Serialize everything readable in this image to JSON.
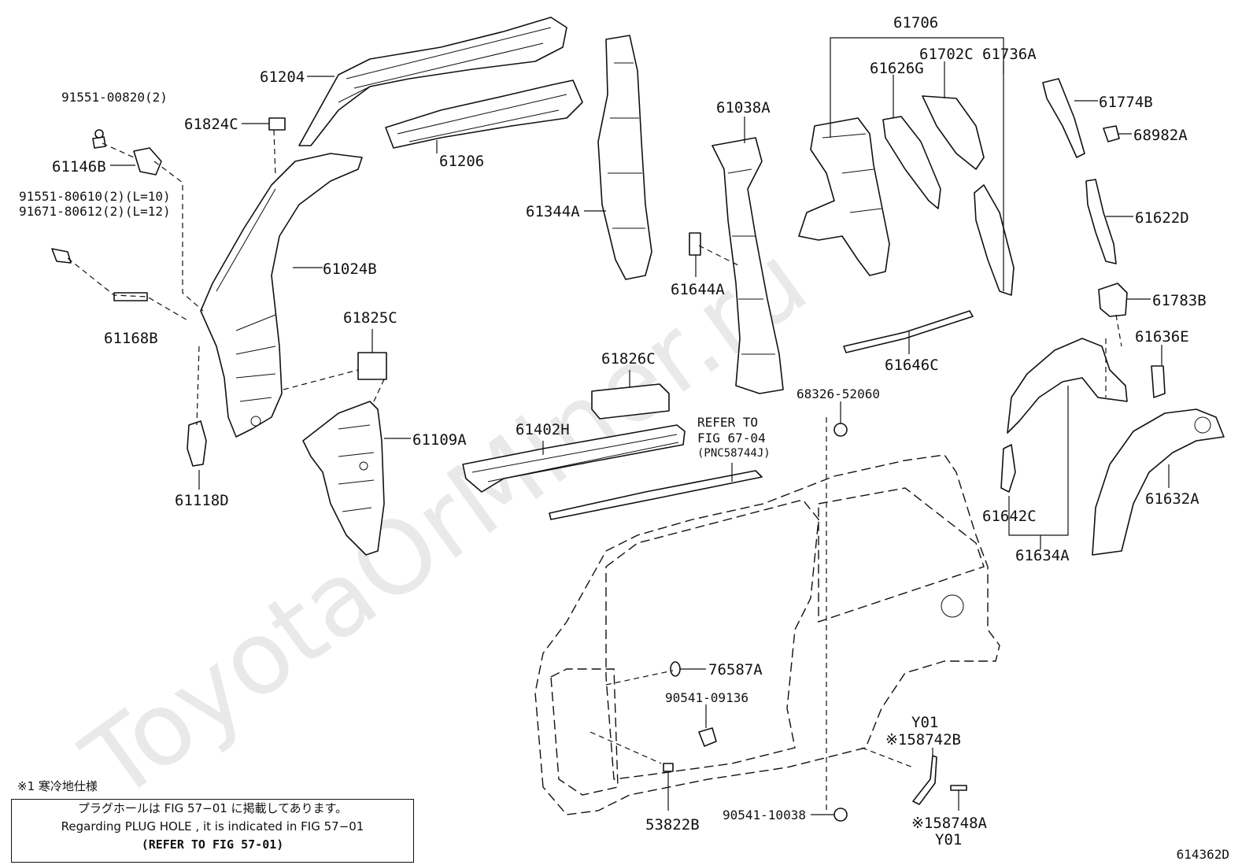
{
  "watermark": "ToyotaOrMiner.ru",
  "labels": {
    "p61204": "61204",
    "p61206": "61206",
    "p61824c": "61824C",
    "p61146b": "61146B",
    "p91551_00820": "91551-00820(2)",
    "p91551_80610": "91551-80610(2)(L=10)",
    "p91671_80612": "91671-80612(2)(L=12)",
    "p61024b": "61024B",
    "p61168b": "61168B",
    "p61825c": "61825C",
    "p61109a": "61109A",
    "p61118d": "61118D",
    "p61344a": "61344A",
    "p61038a": "61038A",
    "p61644a": "61644A",
    "p61826c": "61826C",
    "p61402h": "61402H",
    "p61706": "61706",
    "p61626g": "61626G",
    "p61702c": "61702C",
    "p61736a": "61736A",
    "p61774b": "61774B",
    "p68982a": "68982A",
    "p61622d": "61622D",
    "p61783b": "61783B",
    "p61646c": "61646C",
    "p61636e": "61636E",
    "p68326_52060": "68326-52060",
    "p61632a": "61632A",
    "p61642c": "61642C",
    "p61634a": "61634A",
    "p76587a": "76587A",
    "p90541_09136": "90541-09136",
    "p53822b": "53822B",
    "p90541_10038": "90541-10038",
    "y01_top": "Y01",
    "p58742b": "※158742B",
    "p58748a": "※158748A",
    "y01_bottom": "Y01",
    "refer_line1": "REFER TO",
    "refer_line2": "FIG 67-04",
    "refer_line3": "(PNC58744J)"
  },
  "note": {
    "title": "※1 寒冷地仕様",
    "line_jp": "プラグホールは FIG 57−01 に掲載してあります。",
    "line_en": "Regarding PLUG HOLE , it is indicated in FIG 57−01",
    "line_ref": "(REFER TO FIG 57-01)"
  },
  "figure_code": "614362D"
}
